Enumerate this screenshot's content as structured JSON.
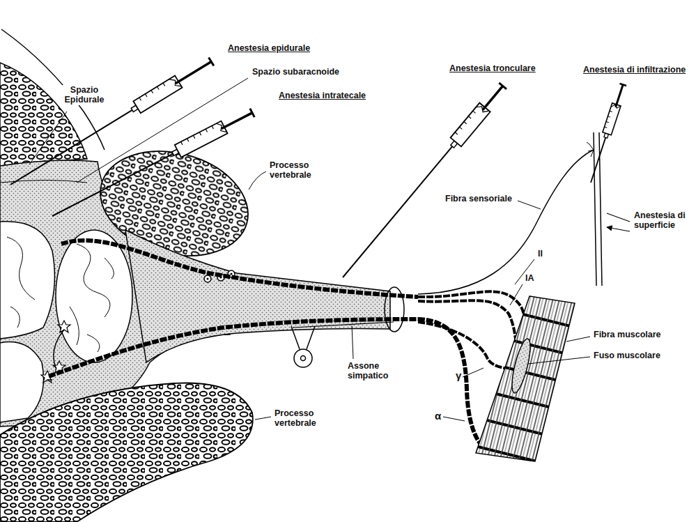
{
  "diagram": {
    "labels": [
      "Anestesia epidurale",
      "Spazio subaracnoide",
      "Anestesia intratecale",
      "Spazio Epidurale",
      "Processo vertebrale",
      "Anestesia tronculare",
      "Anestesia di infiltrazione",
      "Fibra sensoriale",
      "Anestesia di superficie",
      "II",
      "IA",
      "Fibra muscolare",
      "Fuso muscolare",
      "Assone simpatico",
      "γ",
      "α",
      "Processo vertebrale"
    ]
  }
}
